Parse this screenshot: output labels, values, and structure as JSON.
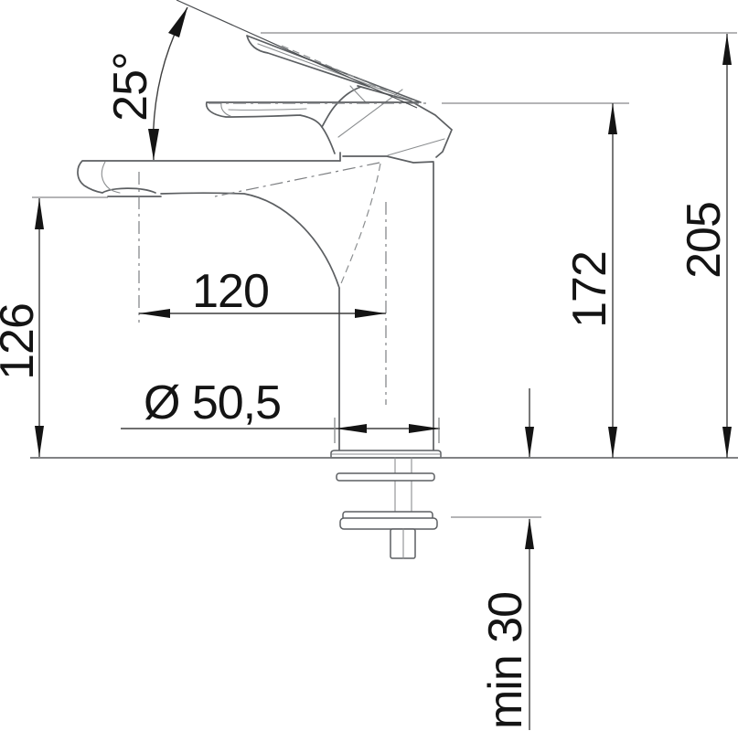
{
  "drawing": {
    "kind": "faucet-installation-dimension-drawing",
    "dimensions": {
      "handle_angle": "25°",
      "spout_reach": "120",
      "outlet_height": "126",
      "base_diameter": "Ø 50,5",
      "spout_top_height": "172",
      "overall_height": "205",
      "mounting_depth": "min 30"
    },
    "style": {
      "background": "#ffffff",
      "part_line_color": "#5c5f62",
      "dimension_line_color": "#3f3f3f",
      "extension_line_color": "#86888a",
      "text_color": "#141414"
    }
  }
}
